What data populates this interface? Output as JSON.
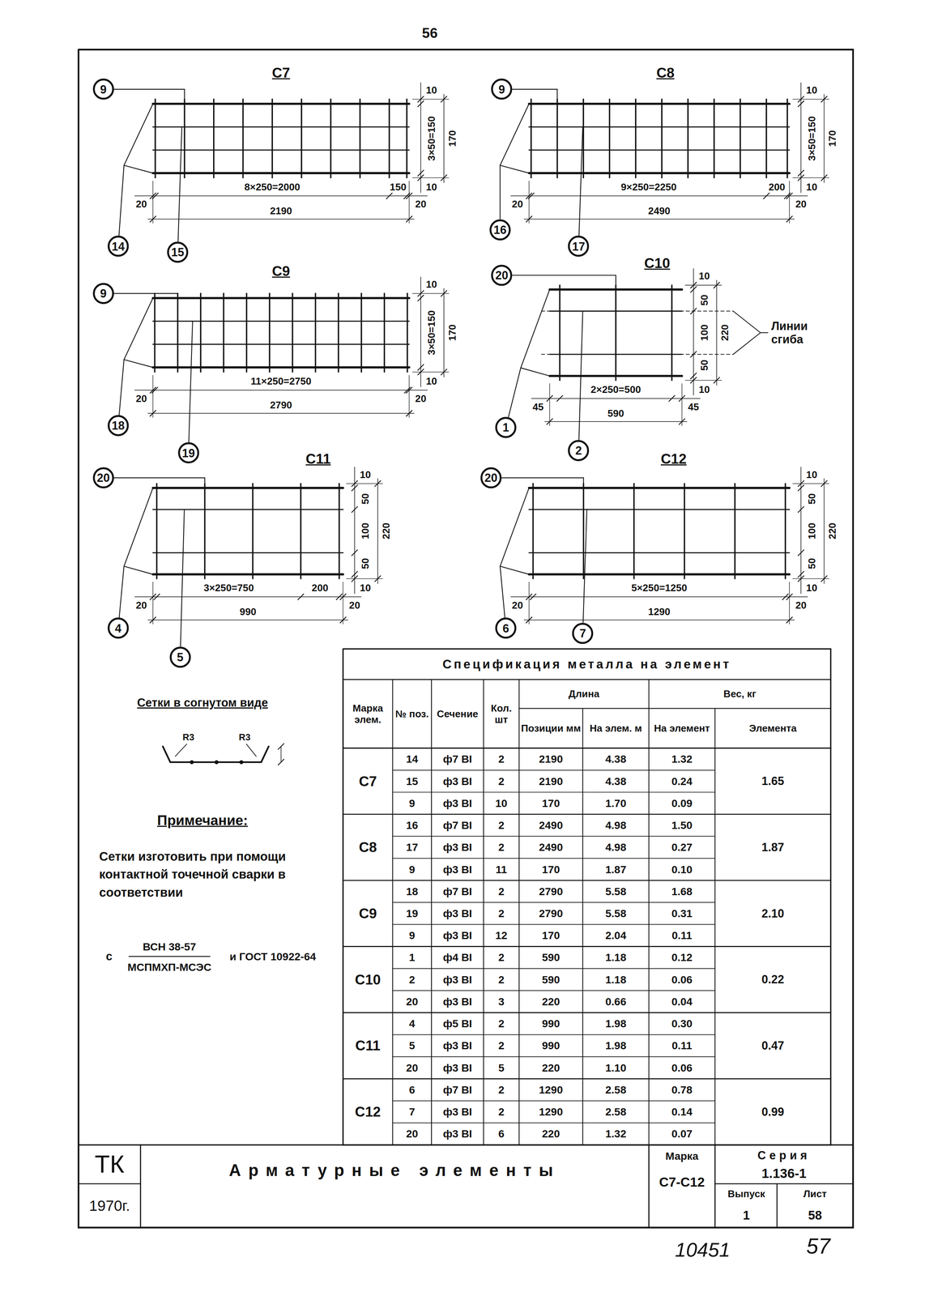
{
  "diagram": {
    "nodes": [
      {
        "text": [
          "9"
        ]
      },
      {
        "text": [
          "14"
        ]
      },
      {
        "text": [
          "15"
        ]
      },
      {
        "text": [
          "9"
        ]
      },
      {
        "text": [
          "16"
        ]
      },
      {
        "text": [
          "17"
        ]
      },
      {
        "text": [
          "9"
        ]
      },
      {
        "text": [
          "18"
        ]
      },
      {
        "text": [
          "19"
        ]
      },
      {
        "text": [
          "20"
        ]
      },
      {
        "text": [
          "1"
        ]
      },
      {
        "text": [
          "2"
        ]
      },
      {
        "text": [
          "20"
        ]
      },
      {
        "text": [
          "4"
        ]
      },
      {
        "text": [
          "5"
        ]
      },
      {
        "text": [
          "20"
        ]
      },
      {
        "text": [
          "6"
        ]
      },
      {
        "text": [
          "7"
        ]
      }
    ],
    "labels": [
      "56",
      "С7",
      "10",
      "3×50=150",
      "10",
      "170",
      "20",
      "8×250=2000",
      "150",
      "20",
      "2190",
      "С8",
      "10",
      "3×50=150",
      "10",
      "170",
      "20",
      "9×250=2250",
      "200",
      "20",
      "2490",
      "С9",
      "10",
      "3×50=150",
      "10",
      "170",
      "20",
      "11×250=2750",
      "20",
      "2790",
      "С10",
      "10",
      "50",
      "100",
      "50",
      "10",
      "220",
      "45",
      "2×250=500",
      "45",
      "590",
      "Линии сгиба",
      "С11",
      "10",
      "50",
      "100",
      "50",
      "10",
      "220",
      "20",
      "3×250=750",
      "200",
      "20",
      "990",
      "С12",
      "10",
      "50",
      "100",
      "50",
      "10",
      "220",
      "20",
      "5×250=1250",
      "20",
      "1290",
      "Сетки в согнутом виде",
      "R3",
      "R3",
      "Примечание:",
      "Сетки изготовить при помощи контактной точечной сварки в соответствии",
      "с",
      "ВСН 38-57",
      "МСПМХП-МСЭС",
      "и ГОСТ 10922-64",
      "Спецификация металла на элемент",
      "Марка элем.",
      "№ поз.",
      "Сечение",
      "Кол. шт",
      "Длина",
      "Позиции мм",
      "На элем. м",
      "Вес, кг",
      "На элемент",
      "Элемента",
      "С7",
      "14",
      "ф7 ВI",
      "2",
      "2190",
      "4.38",
      "1.32",
      "1.65",
      "15",
      "ф3 ВI",
      "2",
      "2190",
      "4.38",
      "0.24",
      "9",
      "ф3 ВI",
      "10",
      "170",
      "1.70",
      "0.09",
      "С8",
      "16",
      "ф7 ВI",
      "2",
      "2490",
      "4.98",
      "1.50",
      "1.87",
      "17",
      "ф3 ВI",
      "2",
      "2490",
      "4.98",
      "0.27",
      "9",
      "ф3 ВI",
      "11",
      "170",
      "1.87",
      "0.10",
      "С9",
      "18",
      "ф7 ВI",
      "2",
      "2790",
      "5.58",
      "1.68",
      "2.10",
      "19",
      "ф3 ВI",
      "2",
      "2790",
      "5.58",
      "0.31",
      "9",
      "ф3 ВI",
      "12",
      "170",
      "2.04",
      "0.11",
      "С10",
      "1",
      "ф4 ВI",
      "2",
      "590",
      "1.18",
      "0.12",
      "0.22",
      "2",
      "ф3 ВI",
      "2",
      "590",
      "1.18",
      "0.06",
      "20",
      "ф3 ВI",
      "3",
      "220",
      "0.66",
      "0.04",
      "С11",
      "4",
      "ф5 ВI",
      "2",
      "990",
      "1.98",
      "0.30",
      "0.47",
      "5",
      "ф3 ВI",
      "2",
      "990",
      "1.98",
      "0.11",
      "20",
      "ф3 ВI",
      "5",
      "220",
      "1.10",
      "0.06",
      "С12",
      "6",
      "ф7 ВI",
      "2",
      "1290",
      "2.58",
      "0.78",
      "0.99",
      "7",
      "ф3 ВI",
      "2",
      "1290",
      "2.58",
      "0.14",
      "20",
      "ф3 ВI",
      "6",
      "220",
      "1.32",
      "0.07",
      "ТК",
      "1970г.",
      "Арматурные элементы",
      "Марка",
      "С7-С12",
      "Серия",
      "1.136-1",
      "Выпуск",
      "Лист",
      "1",
      "58",
      "10451",
      "57"
    ]
  }
}
